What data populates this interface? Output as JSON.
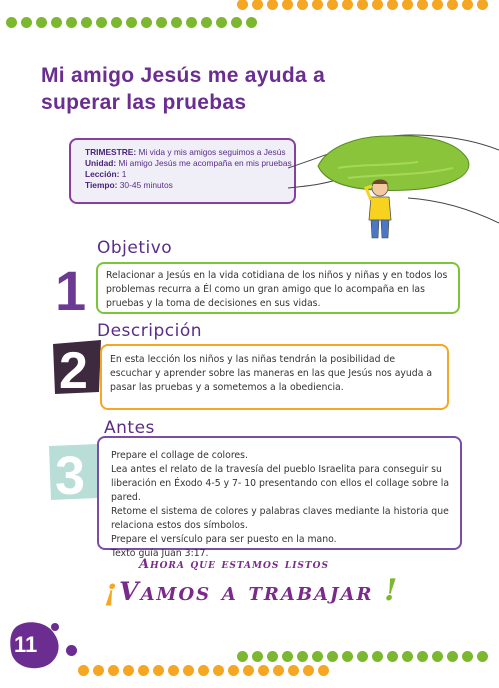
{
  "title": "Mi amigo Jesús me ayuda a superar las pruebas",
  "info": {
    "trimestre_label": "TRIMESTRE:",
    "trimestre_value": "Mi vida y mis amigos seguimos a Jesús",
    "unidad_label": "Unidad:",
    "unidad_value": "Mi amigo Jesús me acompaña en mis pruebas",
    "leccion_label": "Lección:",
    "leccion_value": "1",
    "tiempo_label": "Tiempo:",
    "tiempo_value": "30-45 minutos"
  },
  "sections": [
    {
      "number": "1",
      "heading": "Objetivo",
      "text": "Relacionar a Jesús en la vida cotidiana de los niños y niñas y en todos los problemas recurra a Él como un gran amigo que lo acompaña en las pruebas y la toma de decisiones en sus vidas."
    },
    {
      "number": "2",
      "heading": "Descripción",
      "text": "En esta lección los niños y las niñas tendrán la posibilidad de escuchar y aprender sobre las maneras en las que Jesús nos ayuda a pasar las pruebas y a sometemos a la obediencia."
    },
    {
      "number": "3",
      "heading": "Antes",
      "items": [
        "Prepare el collage de colores.",
        "Lea antes el relato de la travesía del pueblo Israelita para conseguir su liberación en Éxodo 4-5 y 7- 10 presentando con ellos el collage sobre la pared.",
        "Retome el sistema de colores y palabras claves mediante la historia que relaciona estos dos símbolos.",
        "Prepare el versículo para ser puesto en la mano.",
        "Texto guía Juan 3:17."
      ]
    }
  ],
  "banner": {
    "top": "Ahora que estamos listos",
    "main_open": "¡",
    "main": "Vamos a trabajar",
    "main_close": "!"
  },
  "page_number": "11",
  "colors": {
    "purple": "#6b2d8f",
    "green": "#7cb82f",
    "orange": "#f5a623",
    "teal": "#b9ddd7"
  },
  "illustration": {
    "icon": "boy-looking-at-hill-illustration"
  }
}
